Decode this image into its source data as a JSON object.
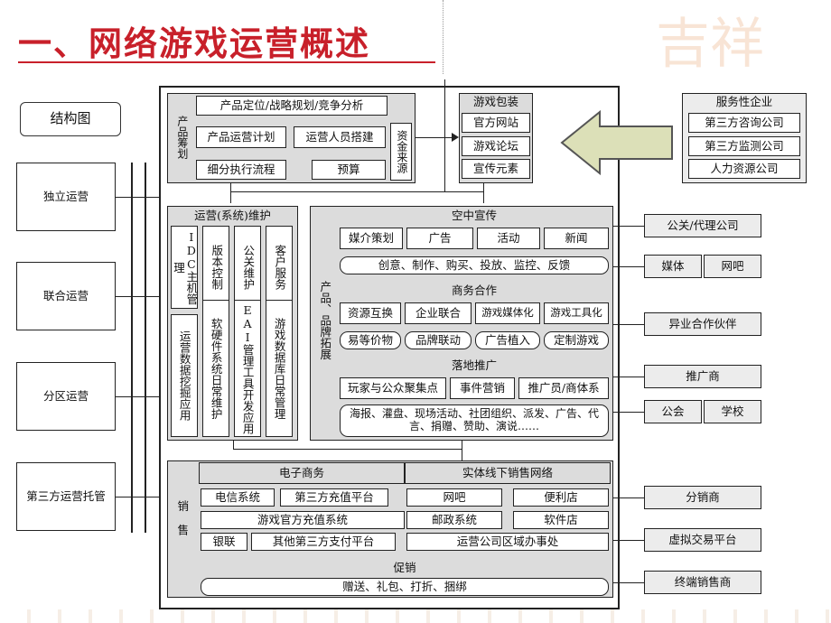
{
  "title": "一、网络游戏运营概述",
  "structure_label": "结构图",
  "left_models": [
    "独立运营",
    "联合运营",
    "分区运营",
    "第三方运营托管"
  ],
  "planning": {
    "label": "产品筹划",
    "row1": "产品定位/战略规划/竞争分析",
    "row2a": "产品运营计划",
    "row2b": "运营人员搭建",
    "row3a": "细分执行流程",
    "row3b": "预算",
    "funding": "资金来源"
  },
  "packaging": {
    "title": "游戏包装",
    "items": [
      "官方网站",
      "游戏论坛",
      "宣传元素"
    ]
  },
  "service": {
    "title": "服务性企业",
    "items": [
      "第三方咨询公司",
      "第三方监测公司",
      "人力资源公司"
    ]
  },
  "maintenance": {
    "title": "运营(系统)维护",
    "top": [
      "IDC主机管理",
      "版本控制",
      "公关维护",
      "客户服务"
    ],
    "bottom": [
      "运营数据挖掘应用",
      "软硬件系统日常维护",
      "EAI管理工具开发应用",
      "游戏数据库日常管理"
    ]
  },
  "expansion": {
    "label": "产品、品牌拓展",
    "air": {
      "title": "空中宣传",
      "items": [
        "媒介策划",
        "广告",
        "活动",
        "新闻"
      ],
      "pill": "创意、制作、购买、投放、监控、反馈"
    },
    "business": {
      "title": "商务合作",
      "items": [
        "资源互换",
        "企业联合",
        "游戏媒体化",
        "游戏工具化"
      ],
      "pills": [
        "易等价物",
        "品牌联动",
        "广告植入",
        "定制游戏"
      ]
    },
    "ground": {
      "title": "落地推广",
      "items": [
        "玩家与公众聚集点",
        "事件营销",
        "推广员/商体系"
      ],
      "pill": "海报、灌盘、现场活动、社团组织、派发、广告、代言、捐赠、赞助、演说……"
    }
  },
  "sales": {
    "label": "销售",
    "ecommerce": "电子商务",
    "offline": "实体线下销售网络",
    "row1": [
      "电信系统",
      "第三方充值平台",
      "网吧",
      "便利店"
    ],
    "row2": [
      "游戏官方充值系统",
      "邮政系统",
      "软件店"
    ],
    "row3": [
      "银联",
      "其他第三方支付平台",
      "运营公司区域办事处"
    ],
    "promo_title": "促销",
    "promo_pill": "赠送、礼包、打折、捆绑"
  },
  "right_partners": {
    "pr": "公关/代理公司",
    "media": "媒体",
    "netcafe": "网吧",
    "crossindustry": "异业合作伙伴",
    "promoter": "推广商",
    "guild": "公会",
    "school": "学校",
    "distributor": "分销商",
    "virtual": "虚拟交易平台",
    "retailer": "终端销售商"
  },
  "watermark": "吉祥"
}
